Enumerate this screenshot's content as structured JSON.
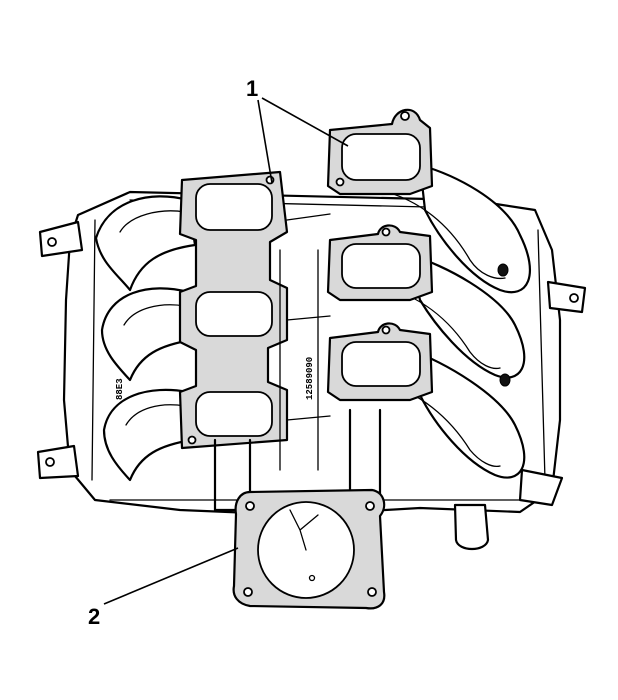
{
  "callouts": [
    {
      "id": "1",
      "label": "1",
      "part": "intake-manifold-gasket"
    },
    {
      "id": "2",
      "label": "2",
      "part": "throttle-body-gasket"
    }
  ],
  "cast_marks": {
    "center": "12589090",
    "left": "88E3"
  },
  "colors": {
    "line": "#000000",
    "gasket_fill": "#d9d9d9",
    "background": "#ffffff"
  }
}
